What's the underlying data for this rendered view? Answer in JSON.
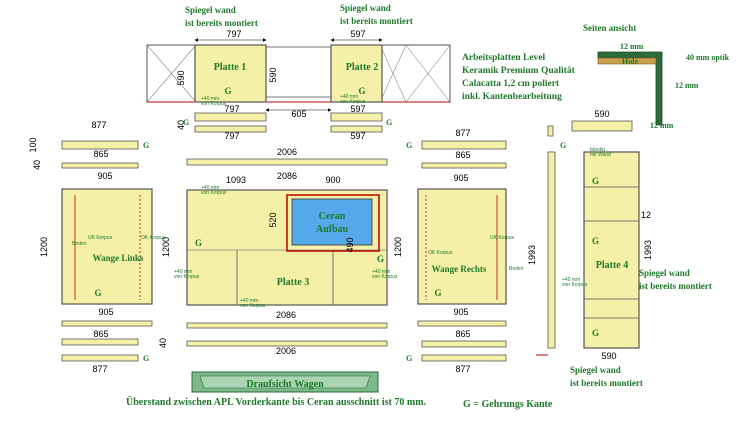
{
  "notes": {
    "spiegel_top_left": [
      "Spiegel wand",
      "ist bereits montiert"
    ],
    "spiegel_top_mid": [
      "Spiegel wand",
      "ist bereits montiert"
    ],
    "spec": [
      "Arbeitsplatten Level",
      "Keramik Premium Qualität",
      "Calacatta 1,2 cm poliert",
      "inkl. Kantenbearbeitung"
    ],
    "seiten_ansicht": "Seiten ansicht",
    "side_12mm_top": "12 mm",
    "side_holz": "Holz",
    "side_40mm": "40 mm optik",
    "side_12mm_mid": "12 mm",
    "side_12mm_bot": "12 mm",
    "spiegel_right": [
      "Spiegel wand",
      "ist bereits montiert"
    ],
    "spiegel_bottom": [
      "Spiegel wand",
      "ist bereits montiert"
    ],
    "draufsicht": "Draufsicht Wagen",
    "ueberstand": "Überstand zwischen APL Vorderkante bis Ceran ausschnitt ist 70 mm.",
    "gehrung": "G = Gehrungs Kante"
  },
  "panels": {
    "platte1": "Platte 1",
    "platte2": "Platte 2",
    "platte3": "Platte 3",
    "platte4": "Platte 4",
    "wange_links": "Wange Links",
    "wange_rechts": "Wange Rechts",
    "ceran": [
      "Ceran",
      "Aufbau"
    ],
    "g": "G"
  },
  "small_labels": {
    "plus40_korpus": [
      "+40 mm",
      "von Korpus"
    ],
    "boden": "Boden",
    "uk_korpus": "UK Korpus",
    "ok_korpus": "OK Korpus",
    "buendig": [
      "bündig",
      "mit Wand"
    ]
  },
  "dims": {
    "top_797": "797",
    "top_597": "597",
    "top_590_a": "590",
    "top_590_b": "590",
    "top_605": "605",
    "top_797_b": "797",
    "top_597_b": "597",
    "top_40": "40",
    "top_797_c": "797",
    "top_597_c": "597",
    "left_877": "877",
    "left_865": "865",
    "left_905": "905",
    "left_40": "40",
    "left_100": "100",
    "left_1200": "1200",
    "left_905_b": "905",
    "left_865_b": "865",
    "left_877_b": "877",
    "mid_2006": "2006",
    "mid_1093": "1093",
    "mid_2086": "2086",
    "mid_900": "900",
    "mid_520": "520",
    "mid_490": "490",
    "mid_1200": "1200",
    "mid_2086_b": "2086",
    "mid_2006_b": "2006",
    "right_877": "877",
    "right_865": "865",
    "right_905": "905",
    "right_1200": "1200",
    "right_905_b": "905",
    "right_865_b": "865",
    "right_877_b": "877",
    "far_590": "590",
    "far_1993": "1993",
    "far_1993_b": "1993",
    "far_590_b": "590",
    "far_12": "12"
  }
}
